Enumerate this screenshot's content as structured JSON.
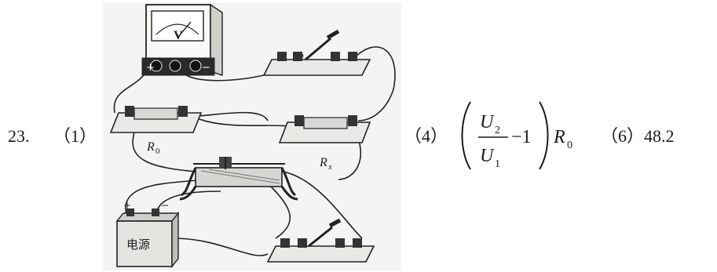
{
  "question_number": "23.",
  "parts": [
    {
      "label": "（1）"
    },
    {
      "label": "（4）",
      "formula": {
        "numerator": "U",
        "numerator_sub": "2",
        "denominator": "U",
        "denominator_sub": "1",
        "minus_one": "−1",
        "resistor": "R",
        "resistor_sub": "0"
      }
    },
    {
      "label": "（6）",
      "value": "48.2"
    }
  ],
  "figure": {
    "voltmeter_symbol": "V",
    "voltmeter_plus": "+",
    "voltmeter_minus": "−",
    "resistor_r0": "R",
    "resistor_r0_sub": "0",
    "resistor_rx": "R",
    "resistor_rx_sub": "x",
    "battery_label": "电源",
    "battery_plus": "+",
    "battery_minus": "−"
  }
}
